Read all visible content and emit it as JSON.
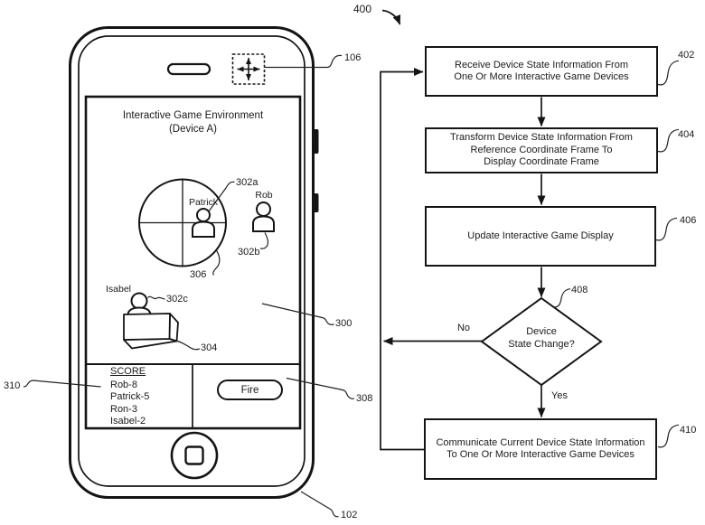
{
  "device": {
    "ref": "102",
    "sensor_ref": "106",
    "screen_ref": "300",
    "screen_title": [
      "Interactive Game Environment",
      "(Device A)"
    ],
    "radar_ref": "306",
    "players": [
      {
        "name": "Patrick",
        "ref": "302a"
      },
      {
        "name": "Rob",
        "ref": "302b"
      },
      {
        "name": "Isabel",
        "ref": "302c"
      }
    ],
    "podium_ref": "304",
    "scoreboard": {
      "ref": "310",
      "title": "SCORE",
      "entries": [
        "Rob-8",
        "Patrick-5",
        "Ron-3",
        "Isabel-2"
      ]
    },
    "fire": {
      "label": "Fire",
      "ref": "308"
    }
  },
  "flowchart": {
    "ref": "400",
    "boxes": [
      {
        "ref": "402",
        "lines": [
          "Receive Device State Information From",
          "One Or More Interactive Game Devices"
        ]
      },
      {
        "ref": "404",
        "lines": [
          "Transform Device State Information From",
          "Reference Coordinate Frame To",
          "Display Coordinate Frame"
        ]
      },
      {
        "ref": "406",
        "lines": [
          "Update Interactive Game Display"
        ]
      },
      {
        "ref": "410",
        "lines": [
          "Communicate Current Device State Information",
          "To One Or More Interactive Game Devices"
        ]
      }
    ],
    "decision": {
      "ref": "408",
      "lines": [
        "Device",
        "State Change?"
      ],
      "no": "No",
      "yes": "Yes"
    }
  },
  "colors": {
    "ink": "#141414"
  }
}
